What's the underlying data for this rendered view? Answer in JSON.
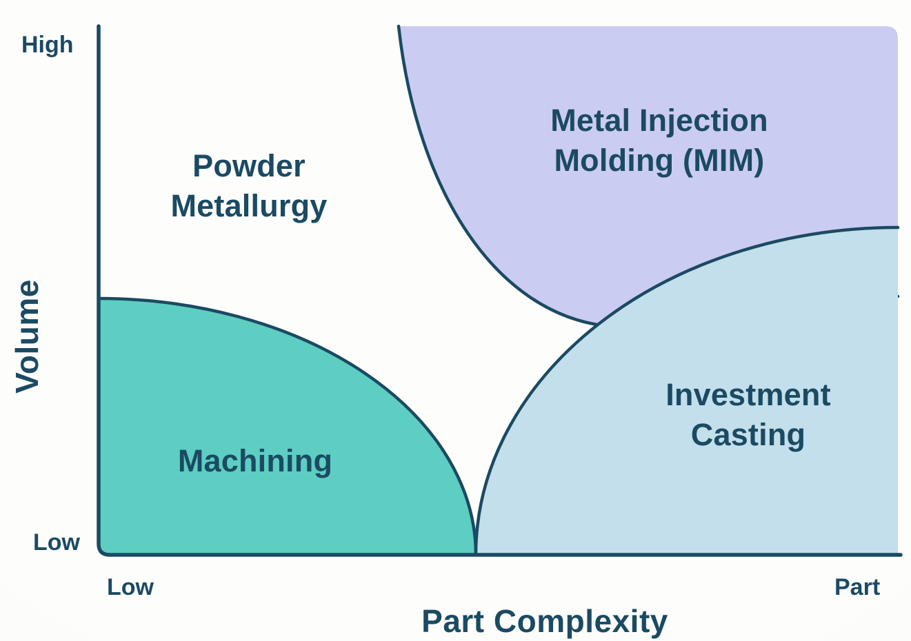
{
  "colors": {
    "outline": "#1b4a63",
    "text": "#1b4a63",
    "machining": "#5dcec1",
    "mim": "#cbccf2",
    "investment_casting": "#c3dfeb",
    "background": "#fbfbf9"
  },
  "chart_data": {
    "type": "area",
    "title": "",
    "xlabel": "Part Complexity",
    "ylabel": "Volume",
    "x_tick_labels": [
      "Low",
      "Part"
    ],
    "y_tick_labels": [
      "Low",
      "High"
    ],
    "legend": "none",
    "regions": [
      {
        "label": "Machining",
        "fill": "#5dcec1",
        "zone": "bottom-left: low part complexity, low-to-medium volume"
      },
      {
        "label": "Powder Metallurgy",
        "fill": "transparent",
        "zone": "upper-left background area: low-to-medium complexity, high volume"
      },
      {
        "label": "Metal Injection Molding (MIM)",
        "fill": "#cbccf2",
        "zone": "top-right: medium-to-high complexity, high volume"
      },
      {
        "label": "Investment Casting",
        "fill": "#c3dfeb",
        "zone": "bottom-right: high complexity, low-to-medium volume"
      }
    ]
  }
}
